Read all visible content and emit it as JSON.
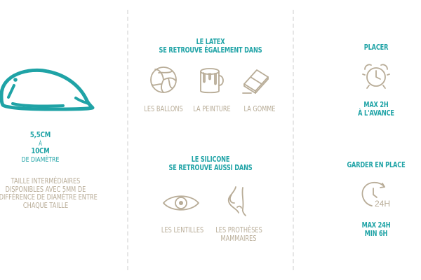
{
  "colors": {
    "teal": "#1fa3a6",
    "beige": "#b8ac97",
    "divider": "#e6e6e6"
  },
  "left_column": {
    "icon": "breast-implant-silhouette-icon",
    "size_min": "5,5cm",
    "size_connector": "à",
    "size_max": "10cm",
    "size_suffix": "de diamètre",
    "note_lines": [
      "Taille intermédiaires",
      "disponibles avec 5mm de",
      "différence de diamètre entre",
      "chaque taille"
    ]
  },
  "middle_column": {
    "latex_heading_lines": [
      "Le latex",
      "se retrouve également dans"
    ],
    "latex_items": [
      {
        "icon": "volleyball-icon",
        "label": "Les ballons"
      },
      {
        "icon": "paint-bucket-icon",
        "label": "La peinture"
      },
      {
        "icon": "eraser-icon",
        "label": "La gomme"
      }
    ],
    "silicone_heading_lines": [
      "Le silicone",
      "se retrouve aussi dans"
    ],
    "silicone_items": [
      {
        "icon": "eye-icon",
        "label_lines": [
          "Les lentilles"
        ]
      },
      {
        "icon": "breast-profile-icon",
        "label_lines": [
          "Les prothèses",
          "mammaires"
        ]
      }
    ]
  },
  "right_column": {
    "place": {
      "heading": "Placer",
      "icon": "alarm-clock-icon",
      "lines": [
        "Max 2h",
        "à l'avance"
      ]
    },
    "keep": {
      "heading": "Garder en place",
      "icon": "clock-24h-icon",
      "icon_text": "24H",
      "lines": [
        "Max 24h",
        "Min 6h"
      ]
    }
  }
}
